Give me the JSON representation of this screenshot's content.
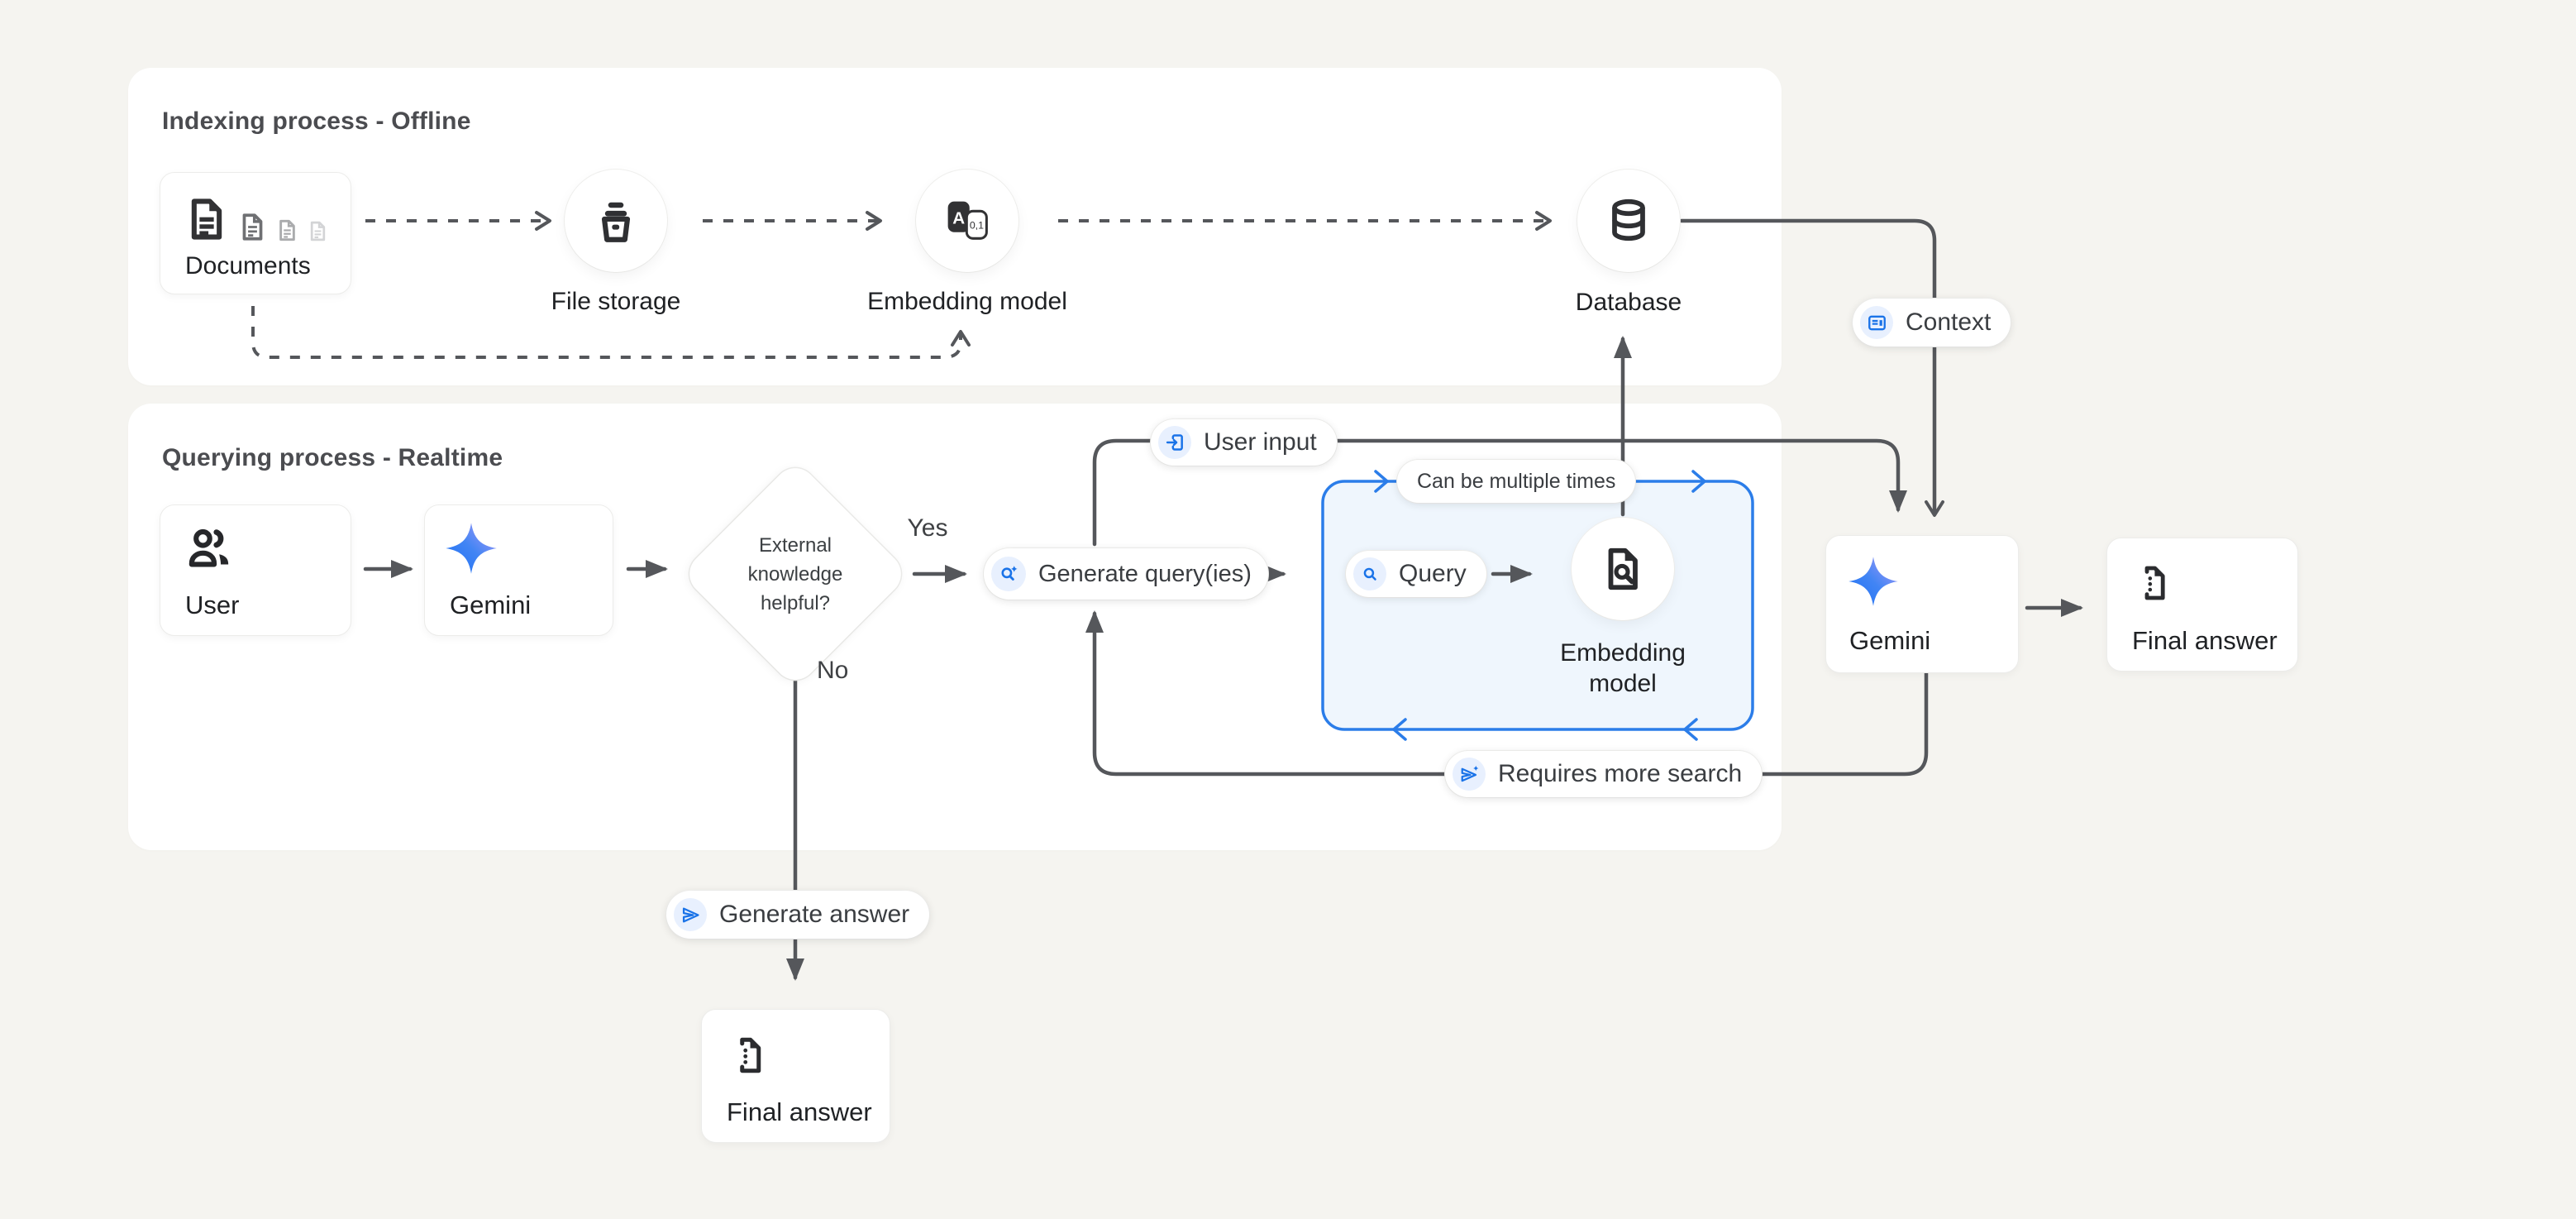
{
  "colors": {
    "canvas_bg": "#f5f4f0",
    "panel_bg": "#ffffff",
    "connector_gray": "#55575b",
    "accent_blue": "#1a73e8",
    "icon_chip_bg": "#e8f0fe",
    "loop_box_border": "#2b7de9",
    "loop_box_fill": "#eff6fd",
    "gemini_gradient_start": "#1b6ef3",
    "gemini_gradient_end": "#b69df8"
  },
  "panels": {
    "indexing": {
      "title": "Indexing process - Offline"
    },
    "querying": {
      "title": "Querying process - Realtime"
    }
  },
  "nodes": {
    "documents": {
      "label": "Documents"
    },
    "file_storage": {
      "label": "File storage"
    },
    "embedding_model_indexing": {
      "label": "Embedding model"
    },
    "database": {
      "label": "Database"
    },
    "user": {
      "label": "User"
    },
    "gemini_main": {
      "label": "Gemini"
    },
    "decision": {
      "line1": "External",
      "line2": "knowledge",
      "line3": "helpful?"
    },
    "embedding_model_querying": {
      "line1": "Embedding",
      "line2": "model"
    },
    "gemini_final": {
      "label": "Gemini"
    },
    "final_answer_right": {
      "label": "Final answer"
    },
    "final_answer_bottom": {
      "label": "Final answer"
    }
  },
  "pills": {
    "user_input": {
      "label": "User input"
    },
    "generate_queries": {
      "label": "Generate query(ies)"
    },
    "query": {
      "label": "Query"
    },
    "can_be_multiple_times": {
      "label": "Can be multiple times"
    },
    "requires_more_search": {
      "label": "Requires more search"
    },
    "generate_answer": {
      "label": "Generate answer"
    },
    "context": {
      "label": "Context"
    }
  },
  "edge_labels": {
    "yes": "Yes",
    "no": "No"
  },
  "icon_glyphs": {
    "embedding_letter": "A",
    "embedding_digits": "0,1"
  },
  "icon_names": [
    "documents-stack-icon",
    "storage-bucket-icon",
    "translate-embedding-icon",
    "database-cylinder-icon",
    "people-icon",
    "gemini-star-icon",
    "input-arrow-icon",
    "search-sparkle-icon",
    "magnifier-icon",
    "document-search-icon",
    "article-icon",
    "send-sparkle-icon",
    "send-icon",
    "document-dotted-icon"
  ]
}
